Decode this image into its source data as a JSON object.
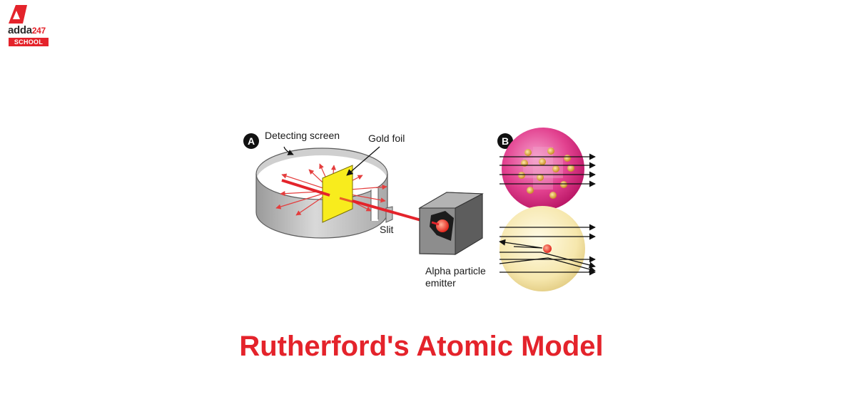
{
  "brand": {
    "name_text": "adda",
    "name_num": "247",
    "tag": "SCHOOL",
    "accent": "#e4232b"
  },
  "diagram": {
    "badge_a": "A",
    "badge_b": "B",
    "labels": {
      "detecting_screen": "Detecting screen",
      "gold_foil": "Gold foil",
      "slit": "Slit",
      "emitter_line1": "Alpha particle",
      "emitter_line2": "emitter"
    }
  },
  "title": "Rutherford's Atomic Model"
}
